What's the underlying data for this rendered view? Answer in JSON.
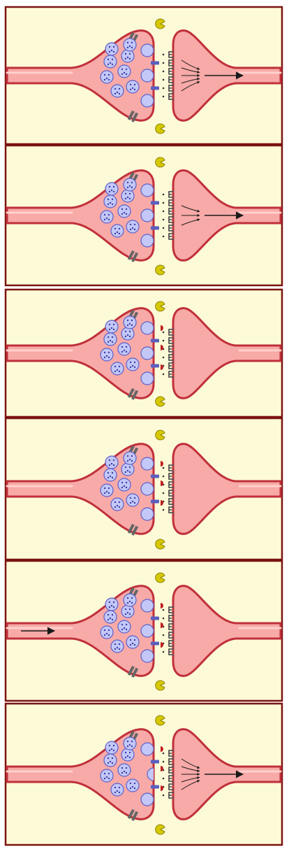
{
  "figure": {
    "panel_count": 6,
    "colors": {
      "background": "#fdfad8",
      "border": "#7a1410",
      "membrane": "#c0303a",
      "cytoplasm": "#f7aaa8",
      "axon_highlight": "#ffd0cc",
      "vesicle": "#c4c8f8",
      "vesicle_outline": "#5a5fc8",
      "transmitter_dot": "#3a3fa8",
      "calcium_channel": "#666666",
      "pump": "#5a5fc0",
      "receptor": "#555555",
      "transmitter_bound": "#c02020",
      "enzyme": "#d6c800",
      "arrow": "#1a1a1a"
    },
    "panels": [
      {
        "id": "panel-1",
        "bound_transmitters": false,
        "input_arrow": false,
        "postsynaptic_current": "strong",
        "docked_vesicles": 3
      },
      {
        "id": "panel-2",
        "bound_transmitters": false,
        "input_arrow": false,
        "postsynaptic_current": "weak",
        "docked_vesicles": 3
      },
      {
        "id": "panel-3",
        "bound_transmitters": true,
        "input_arrow": false,
        "postsynaptic_current": "none",
        "docked_vesicles": 3
      },
      {
        "id": "panel-4",
        "bound_transmitters": true,
        "input_arrow": false,
        "postsynaptic_current": "none",
        "docked_vesicles": 3
      },
      {
        "id": "panel-5",
        "bound_transmitters": true,
        "input_arrow": true,
        "postsynaptic_current": "none",
        "docked_vesicles": 3
      },
      {
        "id": "panel-6",
        "bound_transmitters": true,
        "input_arrow": false,
        "postsynaptic_current": "strong",
        "docked_vesicles": 2
      }
    ]
  }
}
